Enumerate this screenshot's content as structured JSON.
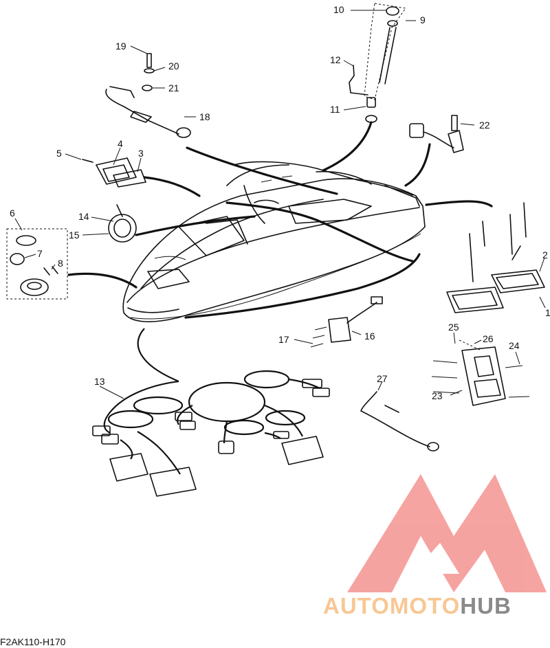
{
  "diagram_code": "F2AK110-H170",
  "callouts": [
    {
      "id": "c1",
      "label": "1"
    },
    {
      "id": "c2",
      "label": "2"
    },
    {
      "id": "c3",
      "label": "3"
    },
    {
      "id": "c4",
      "label": "4"
    },
    {
      "id": "c5",
      "label": "5"
    },
    {
      "id": "c6",
      "label": "6"
    },
    {
      "id": "c7",
      "label": "7"
    },
    {
      "id": "c8",
      "label": "8"
    },
    {
      "id": "c9",
      "label": "9"
    },
    {
      "id": "c10",
      "label": "10"
    },
    {
      "id": "c11",
      "label": "11"
    },
    {
      "id": "c12",
      "label": "12"
    },
    {
      "id": "c13",
      "label": "13"
    },
    {
      "id": "c14",
      "label": "14"
    },
    {
      "id": "c15",
      "label": "15"
    },
    {
      "id": "c16",
      "label": "16"
    },
    {
      "id": "c17",
      "label": "17"
    },
    {
      "id": "c18",
      "label": "18"
    },
    {
      "id": "c19",
      "label": "19"
    },
    {
      "id": "c20",
      "label": "20"
    },
    {
      "id": "c21",
      "label": "21"
    },
    {
      "id": "c22",
      "label": "22"
    },
    {
      "id": "c23",
      "label": "23"
    },
    {
      "id": "c24",
      "label": "24"
    },
    {
      "id": "c25",
      "label": "25"
    },
    {
      "id": "c26",
      "label": "26"
    },
    {
      "id": "c27",
      "label": "27"
    }
  ],
  "watermark": {
    "text_part1": "AUTOMOTO",
    "text_part2": "HUB",
    "color_primary": "#f7c793",
    "color_secondary": "#8a8a8a",
    "logo_color": "#f28b86"
  }
}
